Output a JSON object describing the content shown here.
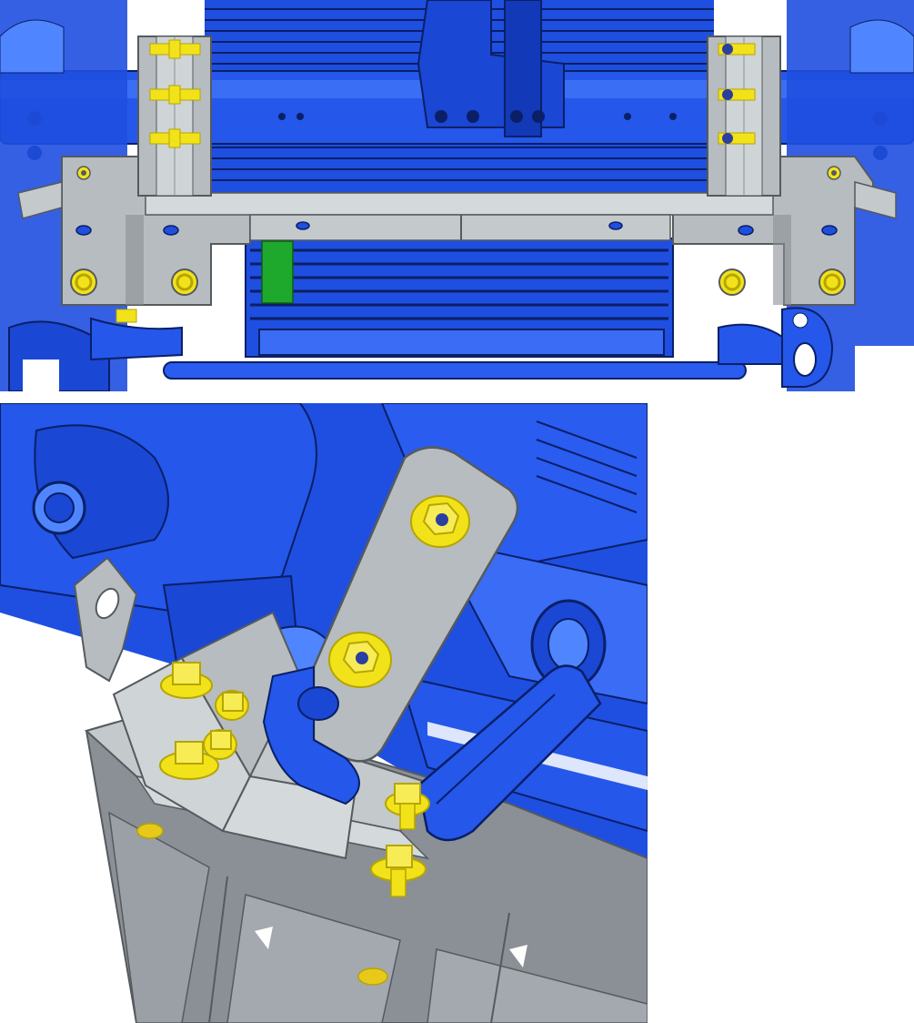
{
  "figure": {
    "views": [
      {
        "id": "front",
        "description_visible": false
      },
      {
        "id": "isometric",
        "description_visible": false
      }
    ]
  },
  "palette": {
    "frame_blue": "#1f4fe0",
    "frame_blue_dark": "#0a2a8a",
    "frame_blue_light": "#4f86ff",
    "bracket_gray": "#b7bcc0",
    "bracket_gray_dark": "#8a9095",
    "bracket_gray_light": "#d4d9dc",
    "bolt_yellow": "#f2e21a",
    "bolt_yellow_dark": "#b5a500",
    "marker_green": "#1ea82c",
    "background": "#ffffff"
  },
  "parts": {
    "front_bolts": 4,
    "stack_bolts_per_side": 3,
    "iso_bolts": 8
  }
}
